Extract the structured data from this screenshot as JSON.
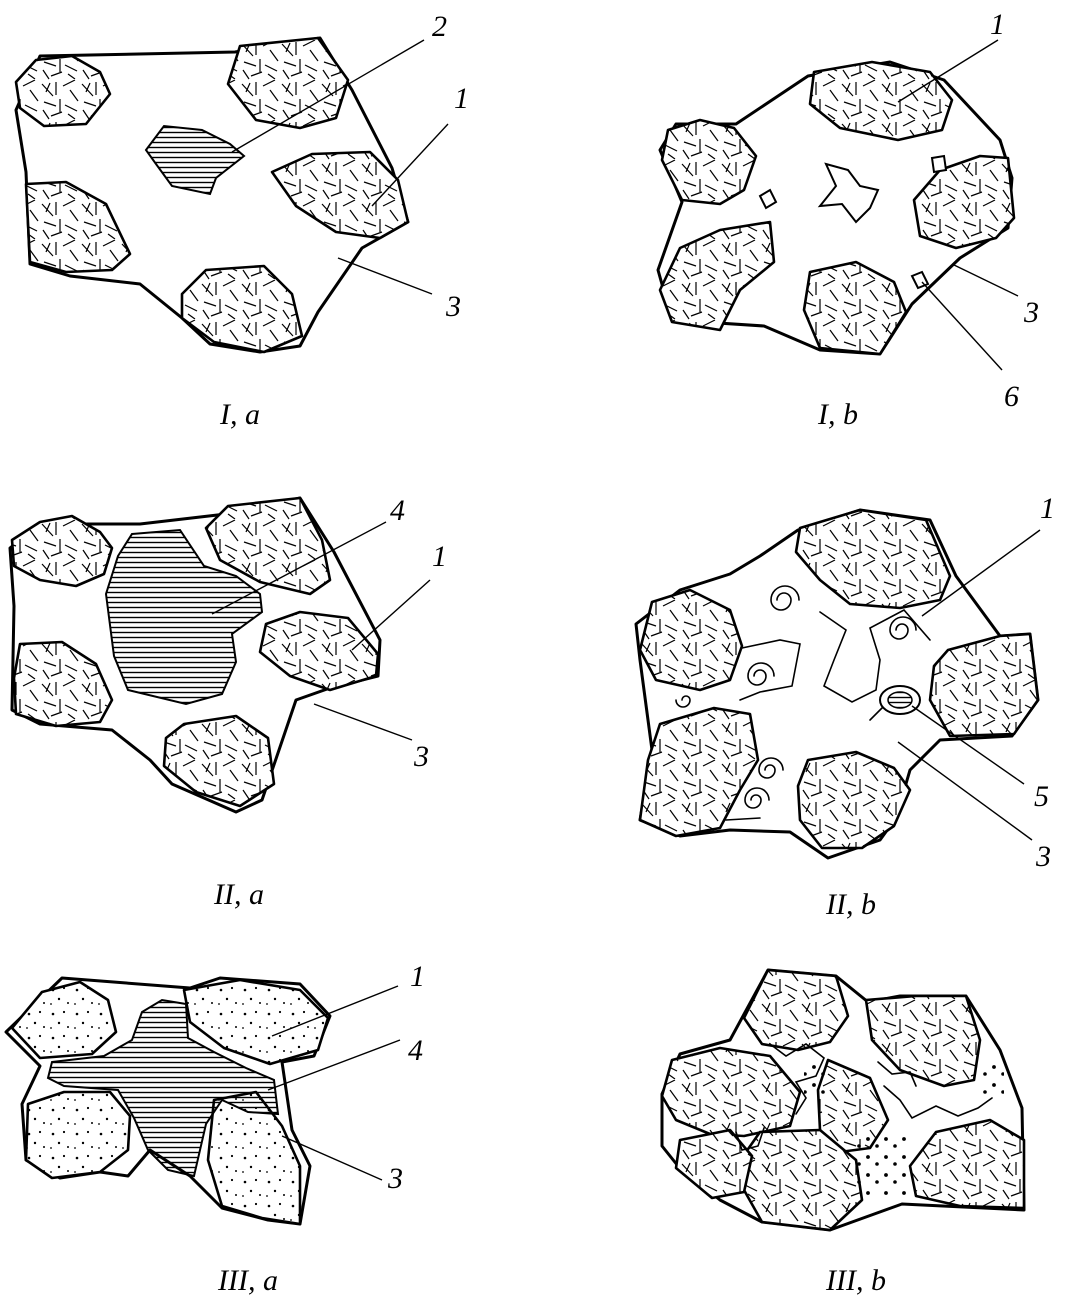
{
  "panels": [
    {
      "id": "I-a",
      "caption": "I, a",
      "labels": [
        "2",
        "1",
        "3"
      ]
    },
    {
      "id": "I-b",
      "caption": "I, b",
      "labels": [
        "1",
        "3",
        "6"
      ]
    },
    {
      "id": "II-a",
      "caption": "II, a",
      "labels": [
        "4",
        "1",
        "3"
      ]
    },
    {
      "id": "II-b",
      "caption": "II, b",
      "labels": [
        "1",
        "5",
        "3"
      ]
    },
    {
      "id": "III-a",
      "caption": "III, a",
      "labels": [
        "1",
        "4",
        "3"
      ]
    },
    {
      "id": "III-b",
      "caption": "III, b",
      "labels": []
    }
  ]
}
